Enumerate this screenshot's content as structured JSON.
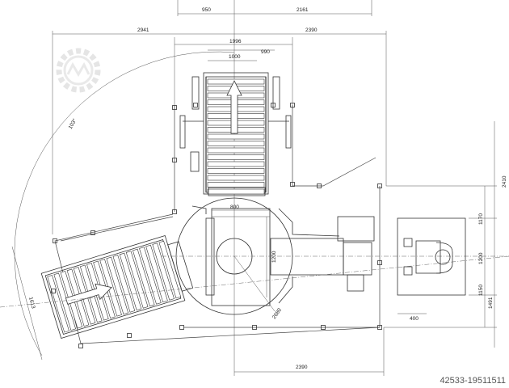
{
  "reference_id": "42533-19511511",
  "dimensions": {
    "top_left": "950",
    "top_right": "2161",
    "row2_left": "2941",
    "row2_right": "2390",
    "conveyor_width": "1996",
    "conveyor_inner": "990",
    "conveyor_center": "1000",
    "table_width": "800",
    "table_height": "1200",
    "table_radius": "2680",
    "radius_arc": "103°",
    "left_conveyor": "1613",
    "right_total": "2410",
    "right_upper": "1170",
    "right_mid": "1200",
    "right_lower_a": "1150",
    "right_lower_b": "1491",
    "station_width": "400",
    "bottom": "2390"
  }
}
